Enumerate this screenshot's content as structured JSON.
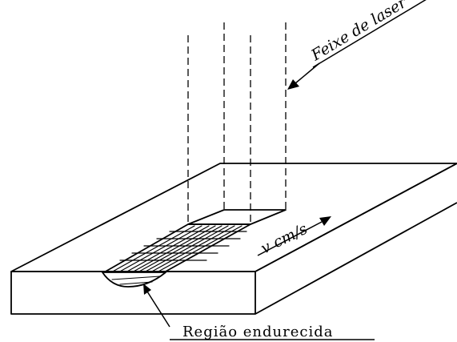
{
  "labels": {
    "laser_beam": "Feixe de laser",
    "velocity": "v cm/s",
    "hardened_region": "Região endurecida"
  },
  "colors": {
    "ink": "#000000",
    "background": "#ffffff"
  }
}
